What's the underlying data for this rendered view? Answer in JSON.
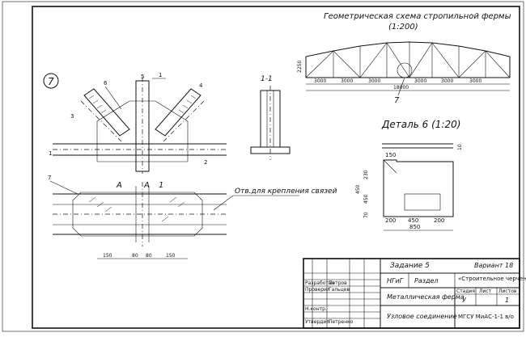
{
  "scheme": {
    "title": "Геометрическая схема стропильной фермы",
    "scale": "(1:200)",
    "dims": [
      "3000",
      "3000",
      "3000",
      "3000",
      "3000",
      "3000"
    ],
    "span": "18000",
    "height": "2250",
    "mark": "7"
  },
  "node": {
    "number": "7",
    "labels": [
      "6",
      "5",
      "1",
      "4",
      "3",
      "2",
      "1",
      "7"
    ],
    "section_ab": "A",
    "section_num": "1",
    "dims_bottom": [
      "150",
      "80",
      "80",
      "150"
    ],
    "note": "Отв.для крепления связей"
  },
  "section": {
    "label": "1-1"
  },
  "detail": {
    "title": "Деталь 6 (1:20)",
    "dims": [
      "150",
      "230",
      "450",
      "450",
      "70",
      "200",
      "450",
      "200",
      "850",
      "10"
    ]
  },
  "stamp": {
    "task": "Задание 5",
    "variant": "Вариант 18",
    "ngn": "НГиГ",
    "section": "Раздел",
    "section_value": "«Строительное черчение»",
    "title1": "Металлическая ферма",
    "title2": "Узловое соединение",
    "stage_head": "Стадия",
    "sheet_head": "Лист",
    "sheets_head": "Листов",
    "stage_val": "У",
    "sheet_val": "",
    "sheets_val": "1",
    "org": "МГСУ МиАС-1-1 в/о",
    "rows": [
      "Разработал",
      "Проверил",
      "",
      "Н.контр.",
      "Утвердил"
    ],
    "names": [
      "Петров",
      "Гальцев",
      "",
      "",
      "Петренко"
    ]
  }
}
